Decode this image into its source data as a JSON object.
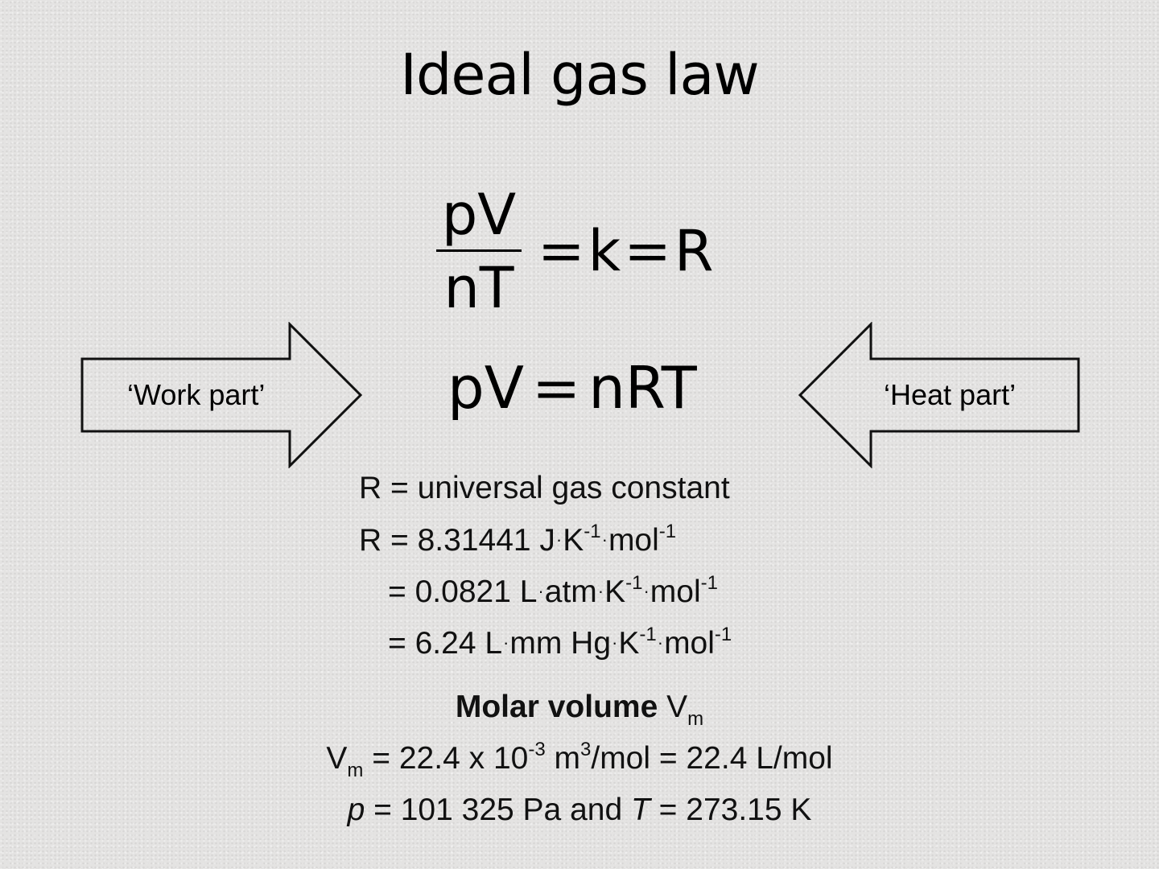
{
  "slide": {
    "title": "Ideal gas law"
  },
  "fraction_equation": {
    "numerator": "pV",
    "denominator": "nT",
    "eq1": "=",
    "k": "k",
    "eq2": "=",
    "r": "R"
  },
  "main_equation": {
    "lhs": "pV",
    "eq": "=",
    "rhs": "nRT"
  },
  "arrows": {
    "left_label": "‘Work part’",
    "right_label": "‘Heat part’"
  },
  "constant": {
    "definition": "R = universal gas constant",
    "line1": {
      "prefix": "R = 8.31441 J",
      "dot1": "·",
      "k": "K",
      "exp1": "-1",
      "dot2": "·",
      "mol": "mol",
      "exp2": "-1"
    },
    "line2": {
      "prefix": "= 0.0821 L",
      "dot1": "·",
      "atm": "atm",
      "dot2": "·",
      "k": "K",
      "exp1": "-1",
      "dot3": "·",
      "mol": "mol",
      "exp2": "-1"
    },
    "line3": {
      "prefix": "= 6.24 L",
      "dot1": "·",
      "mmhg": "mm Hg",
      "dot2": "·",
      "k": "K",
      "exp1": "-1",
      "dot3": "·",
      "mol": "mol",
      "exp2": "-1"
    }
  },
  "molar_volume": {
    "heading_bold": "Molar volume",
    "heading_symbol": "V",
    "heading_sub": "m",
    "line1": {
      "v": "V",
      "sub": "m",
      "part1": " = 22.4 x 10",
      "exp": "-3",
      "part2": " m",
      "exp2": "3",
      "part3": "/mol = 22.4 L/mol"
    },
    "line2": {
      "p": "p",
      "part1": " = 101 325 Pa and ",
      "t": "T",
      "part2": " = 273.15 K"
    }
  }
}
